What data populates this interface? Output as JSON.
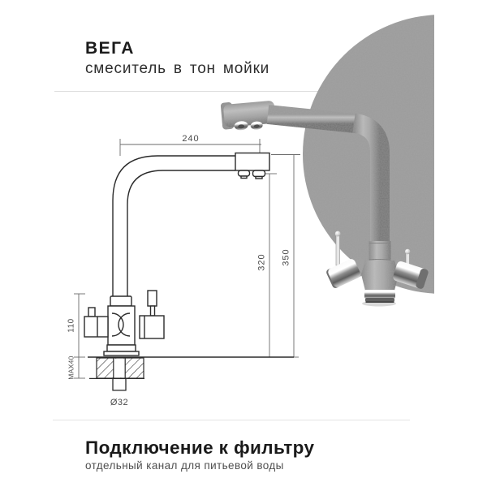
{
  "header": {
    "title": "ВЕГА",
    "subtitle": "смеситель в тон мойки"
  },
  "diagram": {
    "labels": {
      "width": "240",
      "spout_height": "320",
      "total_height": "350",
      "body_height": "110",
      "counter_max": "MAX40",
      "base_diameter": "Ø32"
    }
  },
  "photo": {
    "description_icon": "faucet-photo"
  },
  "footer": {
    "title": "Подключение к фильтру",
    "subtitle": "отдельный канал для питьевой воды"
  },
  "colors": {
    "background": "#ffffff",
    "circle_gray": "#9b9b9b",
    "faucet_gray": "#a8a8a8",
    "outline": "#2b2b2b",
    "dimension": "#4a4a4a",
    "divider": "#dcdcdc",
    "heading": "#1c1c1c"
  }
}
